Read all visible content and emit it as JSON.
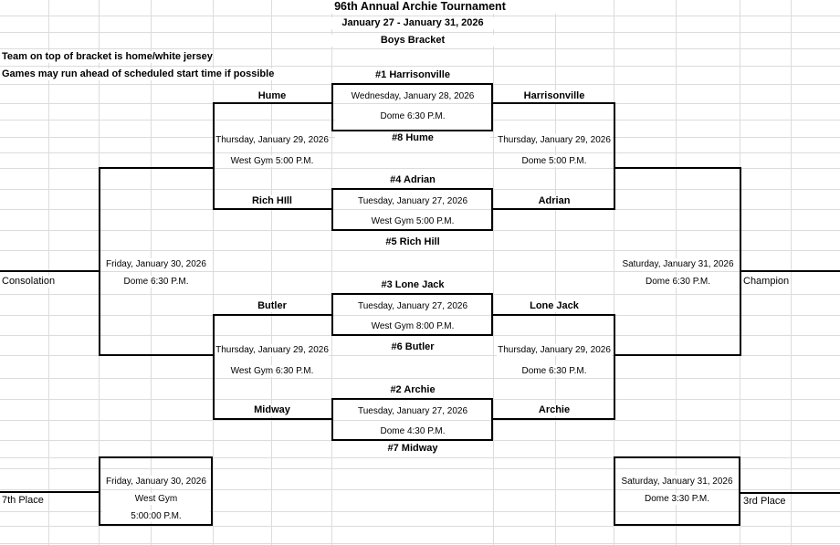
{
  "header": {
    "title": "96th Annual Archie Tournament",
    "date_range": "January 27 - January 31, 2026",
    "bracket_name": "Boys Bracket",
    "note1": "Team on top of bracket is home/white jersey",
    "note2": "Games may run ahead of scheduled start time if possible"
  },
  "round1": [
    {
      "top": "#1 Harrisonville",
      "date": "Wednesday, January 28, 2026",
      "venue_time": "Dome 6:30 P.M.",
      "bottom": "#8 Hume"
    },
    {
      "top": "#4 Adrian",
      "date": "Tuesday, January 27, 2026",
      "venue_time": "West Gym 5:00 P.M.",
      "bottom": "#5 Rich Hill"
    },
    {
      "top": "#3 Lone Jack",
      "date": "Tuesday, January 27, 2026",
      "venue_time": "West Gym 8:00 P.M.",
      "bottom": "#6 Butler"
    },
    {
      "top": "#2 Archie",
      "date": "Tuesday, January 27, 2026",
      "venue_time": "Dome 4:30 P.M.",
      "bottom": "#7 Midway"
    }
  ],
  "consolation_semis": [
    {
      "top": "Hume",
      "date": "Thursday, January 29, 2026",
      "venue_time": "West Gym 5:00 P.M.",
      "bottom": "Rich HIll"
    },
    {
      "top": "Butler",
      "date": "Thursday, January 29, 2026",
      "venue_time": "West Gym 6:30 P.M.",
      "bottom": "Midway"
    }
  ],
  "championship_semis": [
    {
      "top": "Harrisonville",
      "date": "Thursday, January 29, 2026",
      "venue_time": "Dome 5:00 P.M.",
      "bottom": "Adrian"
    },
    {
      "top": "Lone Jack",
      "date": "Thursday, January 29, 2026",
      "venue_time": "Dome 6:30 P.M.",
      "bottom": "Archie"
    }
  ],
  "consolation_final": {
    "date": "Friday, January 30, 2026",
    "venue_time": "Dome 6:30 P.M.",
    "label": "Consolation"
  },
  "championship_final": {
    "date": "Saturday, January 31, 2026",
    "venue_time": "Dome 6:30 P.M.",
    "label": "Champion"
  },
  "seventh_place": {
    "date": "Friday, January 30, 2026",
    "venue": "West Gym",
    "time": "5:00:00 P.M.",
    "label": "7th Place"
  },
  "third_place": {
    "date": "Saturday, January 31, 2026",
    "venue_time": "Dome 3:30 P.M.",
    "label": "3rd Place"
  }
}
